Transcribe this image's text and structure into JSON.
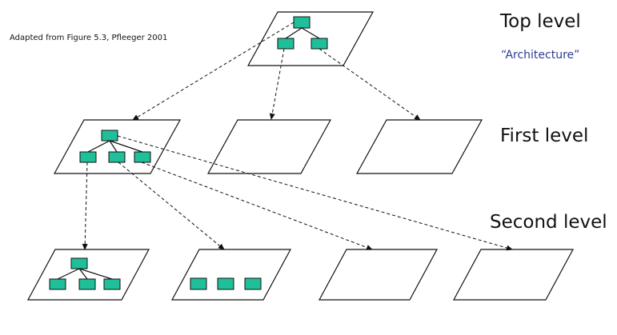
{
  "caption": "Adapted from Figure 5.3,  Pfleeger 2001",
  "levels": [
    {
      "label": "Top level",
      "sublabel": "“Architecture”"
    },
    {
      "label": "First level"
    },
    {
      "label": "Second level"
    }
  ],
  "colors": {
    "box_fill": "#1fbf99",
    "stroke": "#111111",
    "sublabel": "#2a3d8f"
  }
}
